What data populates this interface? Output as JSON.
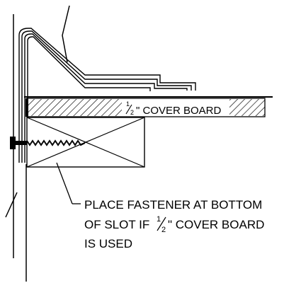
{
  "annotations": {
    "cover_board": {
      "fraction_num": "1",
      "fraction_den": "2",
      "text": "\" COVER BOARD"
    },
    "fastener_note": {
      "line1": "PLACE FASTENER AT BOTTOM",
      "line2_a": "OF SLOT IF ",
      "fraction_num": "1",
      "fraction_den": "2",
      "line2_b": "\" COVER BOARD",
      "line3": "IS USED"
    }
  }
}
